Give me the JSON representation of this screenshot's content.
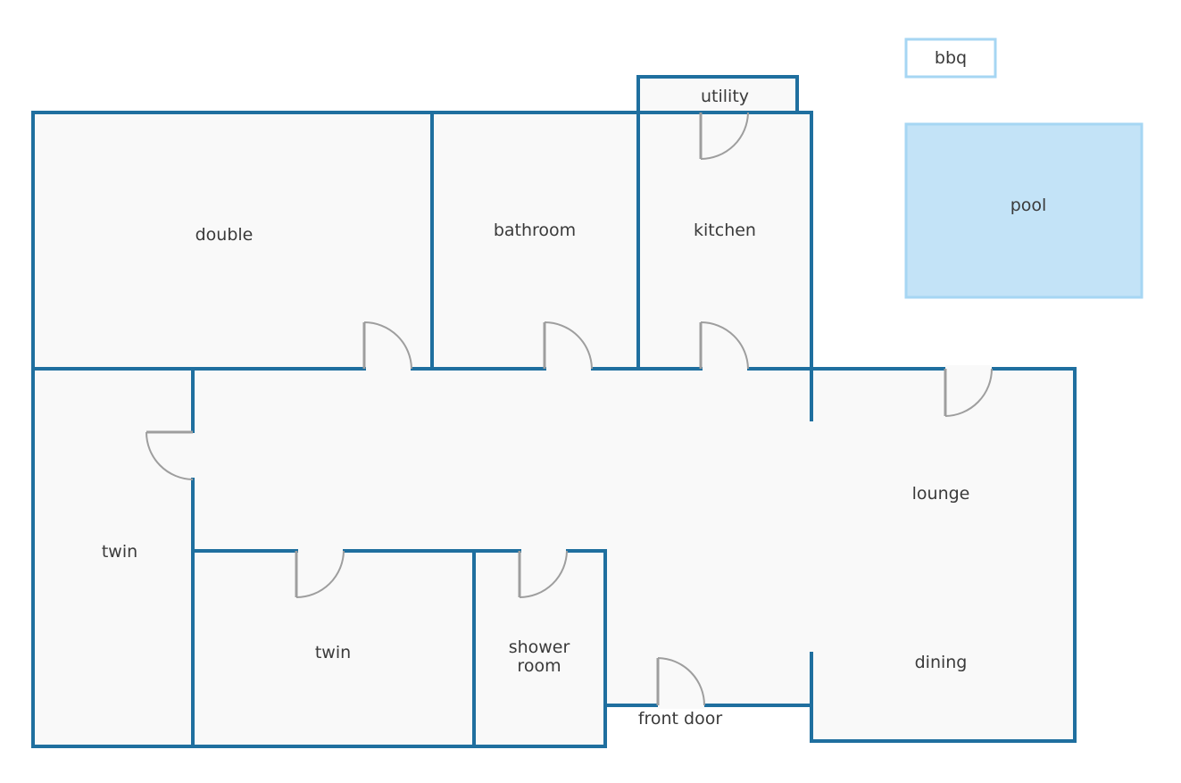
{
  "rooms": {
    "double": "double",
    "bathroom": "bathroom",
    "utility": "utility",
    "kitchen": "kitchen",
    "twin_left": "twin",
    "twin_bottom": "twin",
    "shower_line1": "shower",
    "shower_line2": "room",
    "lounge": "lounge",
    "dining": "dining",
    "front_door": "front door"
  },
  "outdoor": {
    "pool": "pool",
    "bbq": "bbq"
  },
  "colors": {
    "wall": "#1f6f9f",
    "floor": "#f9f9f9",
    "door": "#9e9e9e",
    "pool_fill": "#c3e3f7",
    "pool_border": "#a6d6f3"
  }
}
